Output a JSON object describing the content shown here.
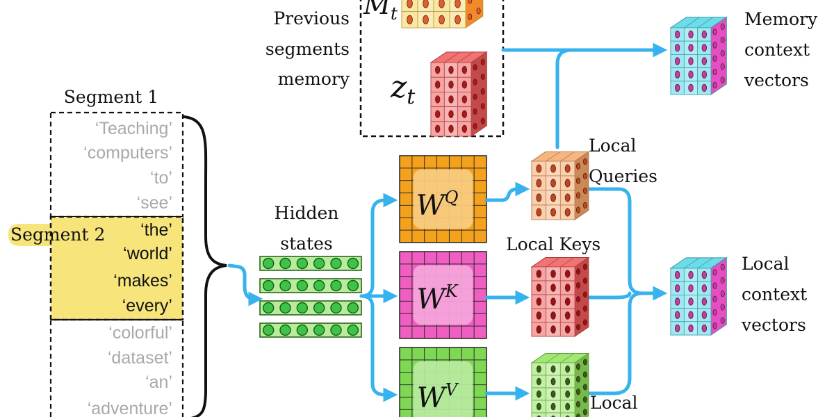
{
  "colors": {
    "arrow": "#36b2ee",
    "highlight": "#f7e57c",
    "wq": "#f4a21c",
    "wk": "#ef5ec0",
    "wv": "#7fd854",
    "queries_cube": "#f5a86a",
    "keys_cube": "#ef5a5a",
    "values_cube": "#8fe35a",
    "memory_cube": "#f7d35a",
    "context_cube": "#52d6e6",
    "hidden_cell": "#3fc24a"
  },
  "memory_box": {
    "label_lines": [
      "Previous",
      "segments",
      "memory"
    ],
    "m_symbol": "M",
    "m_subscript": "t",
    "z_symbol": "z",
    "z_subscript": "t"
  },
  "segments": {
    "segment1_label": "Segment 1",
    "segment2_label": "Segment 2",
    "tokens": [
      "‘Teaching’",
      "‘computers’",
      "‘to’",
      "‘see’",
      "‘the’",
      "‘world’",
      "‘makes’",
      "‘every’",
      "‘colorful’",
      "‘dataset’",
      "‘an’",
      "‘adventure’"
    ],
    "highlighted": [
      4,
      5,
      6,
      7
    ]
  },
  "hidden_states": {
    "label_lines": [
      "Hidden",
      "states"
    ],
    "rows": 4,
    "cells_per_row": 6
  },
  "weights": {
    "wq": {
      "base": "W",
      "sup": "Q"
    },
    "wk": {
      "base": "W",
      "sup": "K"
    },
    "wv": {
      "base": "W",
      "sup": "V"
    }
  },
  "outputs": {
    "queries_lines": [
      "Local",
      "Queries"
    ],
    "keys_label": "Local Keys",
    "values_lines": [
      "Local"
    ],
    "memory_context_lines": [
      "Memory",
      "context",
      "vectors"
    ],
    "local_context_lines": [
      "Local",
      "context",
      "vectors"
    ]
  }
}
